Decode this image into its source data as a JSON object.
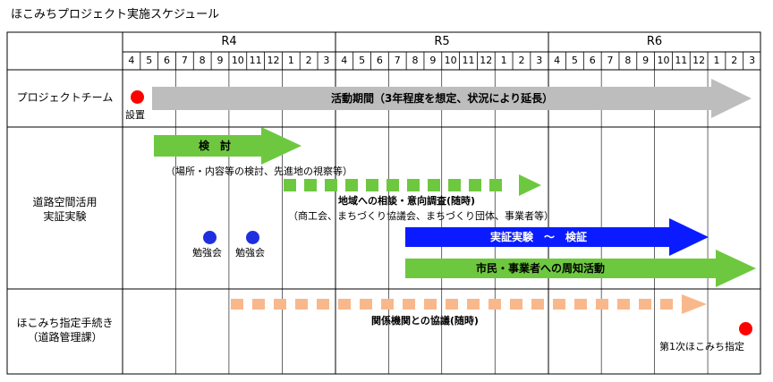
{
  "title": "ほこみちプロジェクト実施スケジュール",
  "years": [
    "R4",
    "R5",
    "R6"
  ],
  "months": [
    "4",
    "5",
    "6",
    "7",
    "8",
    "9",
    "10",
    "11",
    "12",
    "1",
    "2",
    "3"
  ],
  "rows": [
    {
      "label_lines": [
        "プロジェクトチーム"
      ]
    },
    {
      "label_lines": [
        "道路空間活用",
        "実証実験"
      ]
    },
    {
      "label_lines": [
        "ほこみち指定手続き",
        "（道路管理課）"
      ]
    }
  ],
  "colors": {
    "gray": "#bdbdbd",
    "green": "#6ec83f",
    "blue": "#0a1cff",
    "salmon": "#f9b88c",
    "red": "#ff0000",
    "navy": "#1f2fe0"
  },
  "items": {
    "activity_period": "活動期間（3年程度を想定、状況により延長）",
    "setup_label": "設置",
    "study_label": "検　討",
    "study_note": "（場所・内容等の検討、先進地の視察等）",
    "consult_label": "地域への相談・意向調査(随時)",
    "consult_note": "（商工会、まちづくり協議会、まちづくり団体、事業者等）",
    "study_session_1": "勉強会",
    "study_session_2": "勉強会",
    "experiment_label": "実証実験　～　検証",
    "outreach_label": "市民・事業者への周知活動",
    "agency_label": "関係機関との協議(随時)",
    "designation_label": "第1次ほこみち指定"
  }
}
